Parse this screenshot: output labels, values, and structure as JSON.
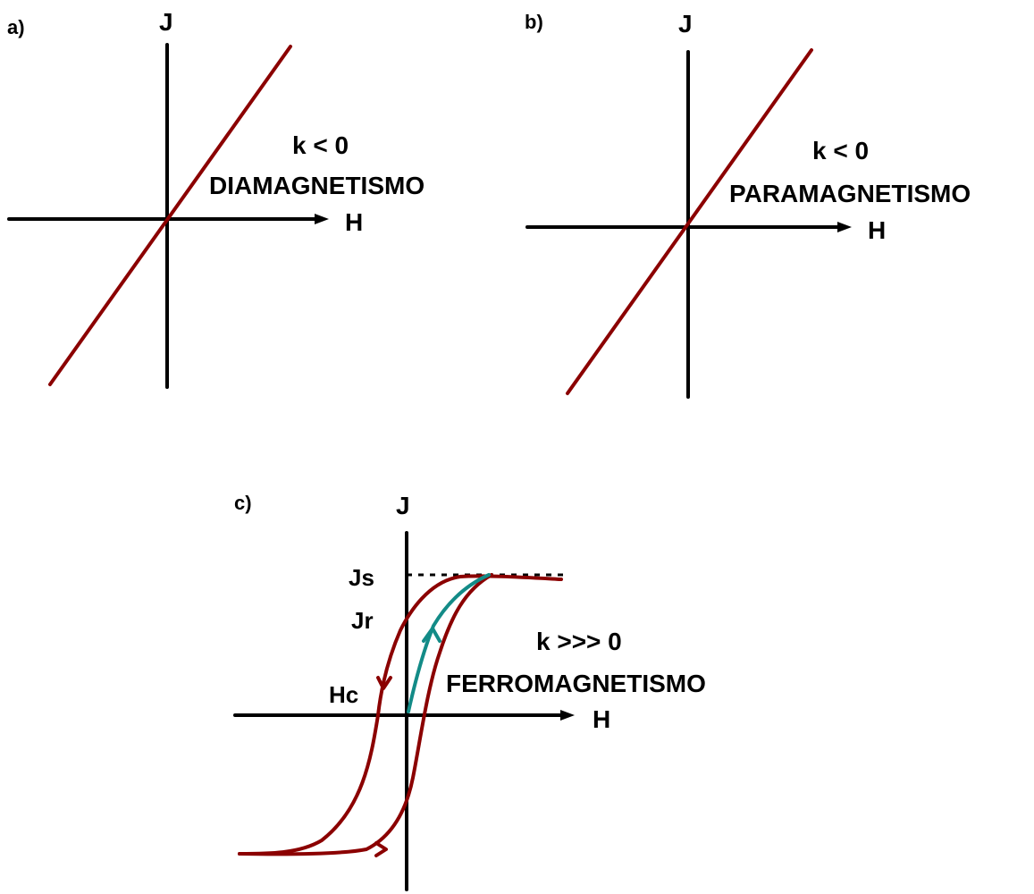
{
  "colors": {
    "axis": "#000000",
    "curve": "#8b0000",
    "virgin_curve": "#138b87"
  },
  "panels": {
    "a": {
      "label": "a)",
      "y_axis": "J",
      "x_axis": "H",
      "condition": "k < 0",
      "name": "DIAMAGNETISMO"
    },
    "b": {
      "label": "b)",
      "y_axis": "J",
      "x_axis": "H",
      "condition": "k < 0",
      "name": "PARAMAGNETISMO"
    },
    "c": {
      "label": "c)",
      "y_axis": "J",
      "x_axis": "H",
      "condition": "k >>> 0",
      "name": "FERROMAGNETISMO",
      "annotations": {
        "saturation": "Js",
        "remanence": "Jr",
        "coercivity": "Hc"
      }
    }
  }
}
